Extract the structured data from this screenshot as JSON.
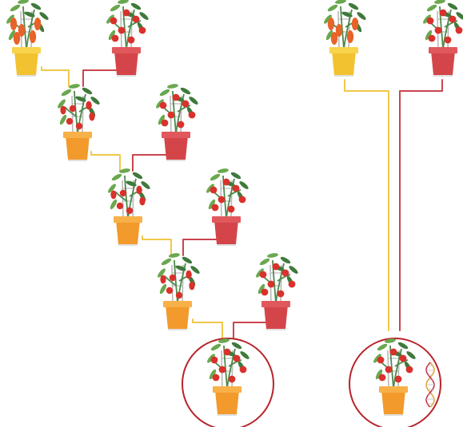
{
  "colors": {
    "yellow_pot": "#f2c230",
    "yellow_pot_rim": "#f7d44c",
    "orange_pot": "#f39a2c",
    "orange_pot_rim": "#f8b048",
    "red_pot": "#d4454a",
    "red_pot_rim": "#e0585c",
    "stem": "#4e8a4c",
    "leaf": "#6aa84f",
    "leaf_dark": "#3f7a3c",
    "stake": "#b9b9b9",
    "tomato": "#d9312c",
    "pepper": "#e8632a",
    "line_yellow": "#f0c84a",
    "line_red": "#c9454d",
    "circle": "#b8232b",
    "dna_gold": "#e0a83a",
    "dna_red": "#c8324a"
  },
  "left_tree": {
    "parents": [
      "pepper-yellow-pot",
      "tomato-red-pot"
    ],
    "generations": [
      "f1",
      "f2",
      "f3",
      "f4-selected"
    ]
  },
  "right_tree": {
    "parents": [
      "pepper-yellow-pot",
      "tomato-red-pot"
    ],
    "result": "edited-plant-with-dna"
  },
  "icons": [
    "plant-pot-icon",
    "dna-helix-icon"
  ]
}
